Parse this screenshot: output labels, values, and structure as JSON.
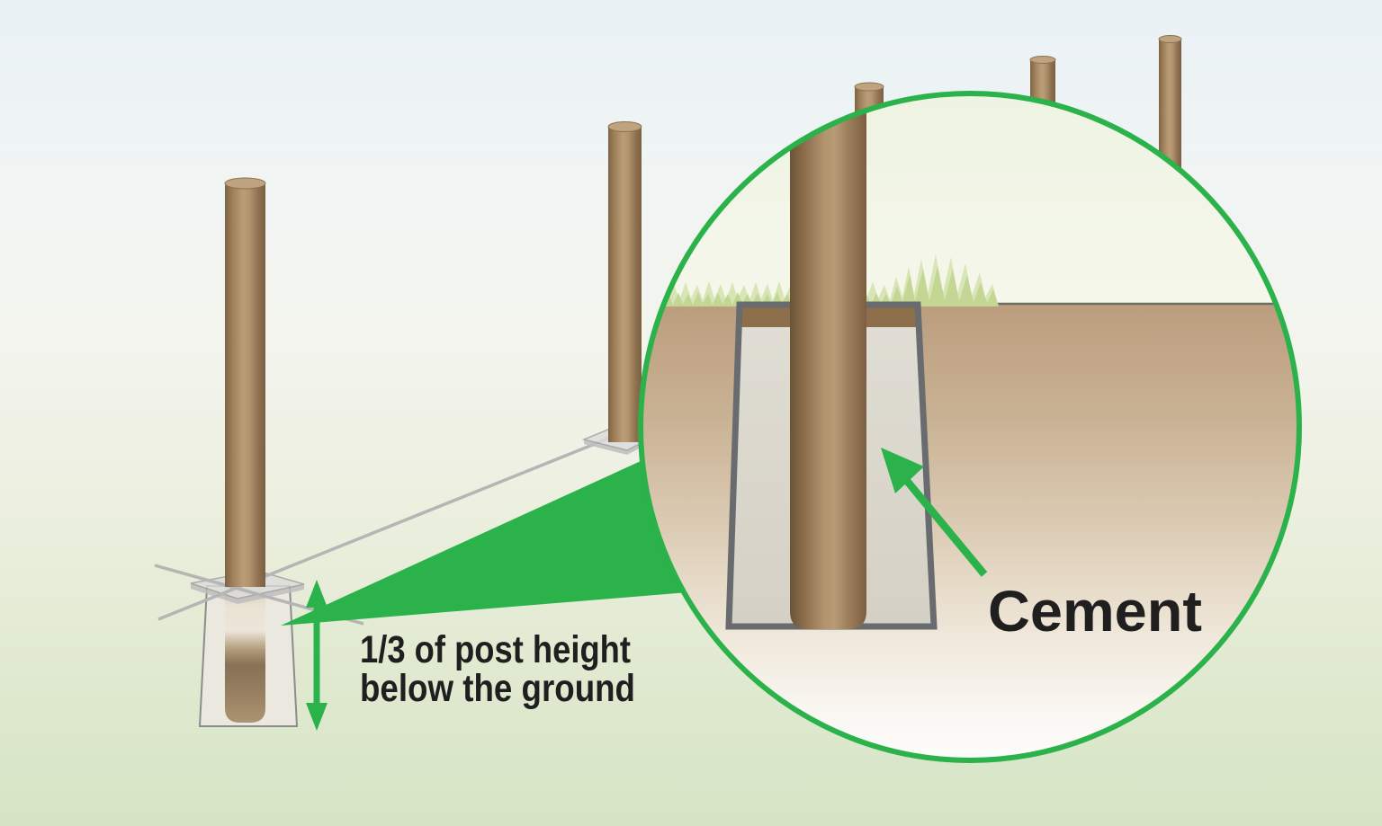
{
  "diagram": {
    "caption": {
      "line1": "1/3 of post height",
      "line2": "below the ground"
    },
    "magnifier": {
      "label": "Cement"
    },
    "icons": {
      "depth_arrow": "double-headed-vertical-arrow-icon",
      "cement_arrow": "diagonal-pointer-arrow-icon",
      "magnifier_wedge": "magnifier-callout-wedge"
    },
    "colors": {
      "accent_green": "#2bb24a",
      "post_brown_mid": "#b89b76",
      "post_brown_dark": "#6b5335",
      "soil_brown": "#bb9d7d",
      "cement_gray": "#dbd8cf",
      "hole_outline_gray": "#696c6e",
      "soil_band_brown": "#8d6f4b",
      "grass_green": "#c3d694",
      "grass_green_light": "#d8e5b6",
      "string_gray": "#b5b5b5",
      "plate_gray": "#dcdcdc",
      "text_color": "#1f1f1f",
      "background_top": "#eaf2f6",
      "background_bottom": "#d6e4c5"
    }
  }
}
